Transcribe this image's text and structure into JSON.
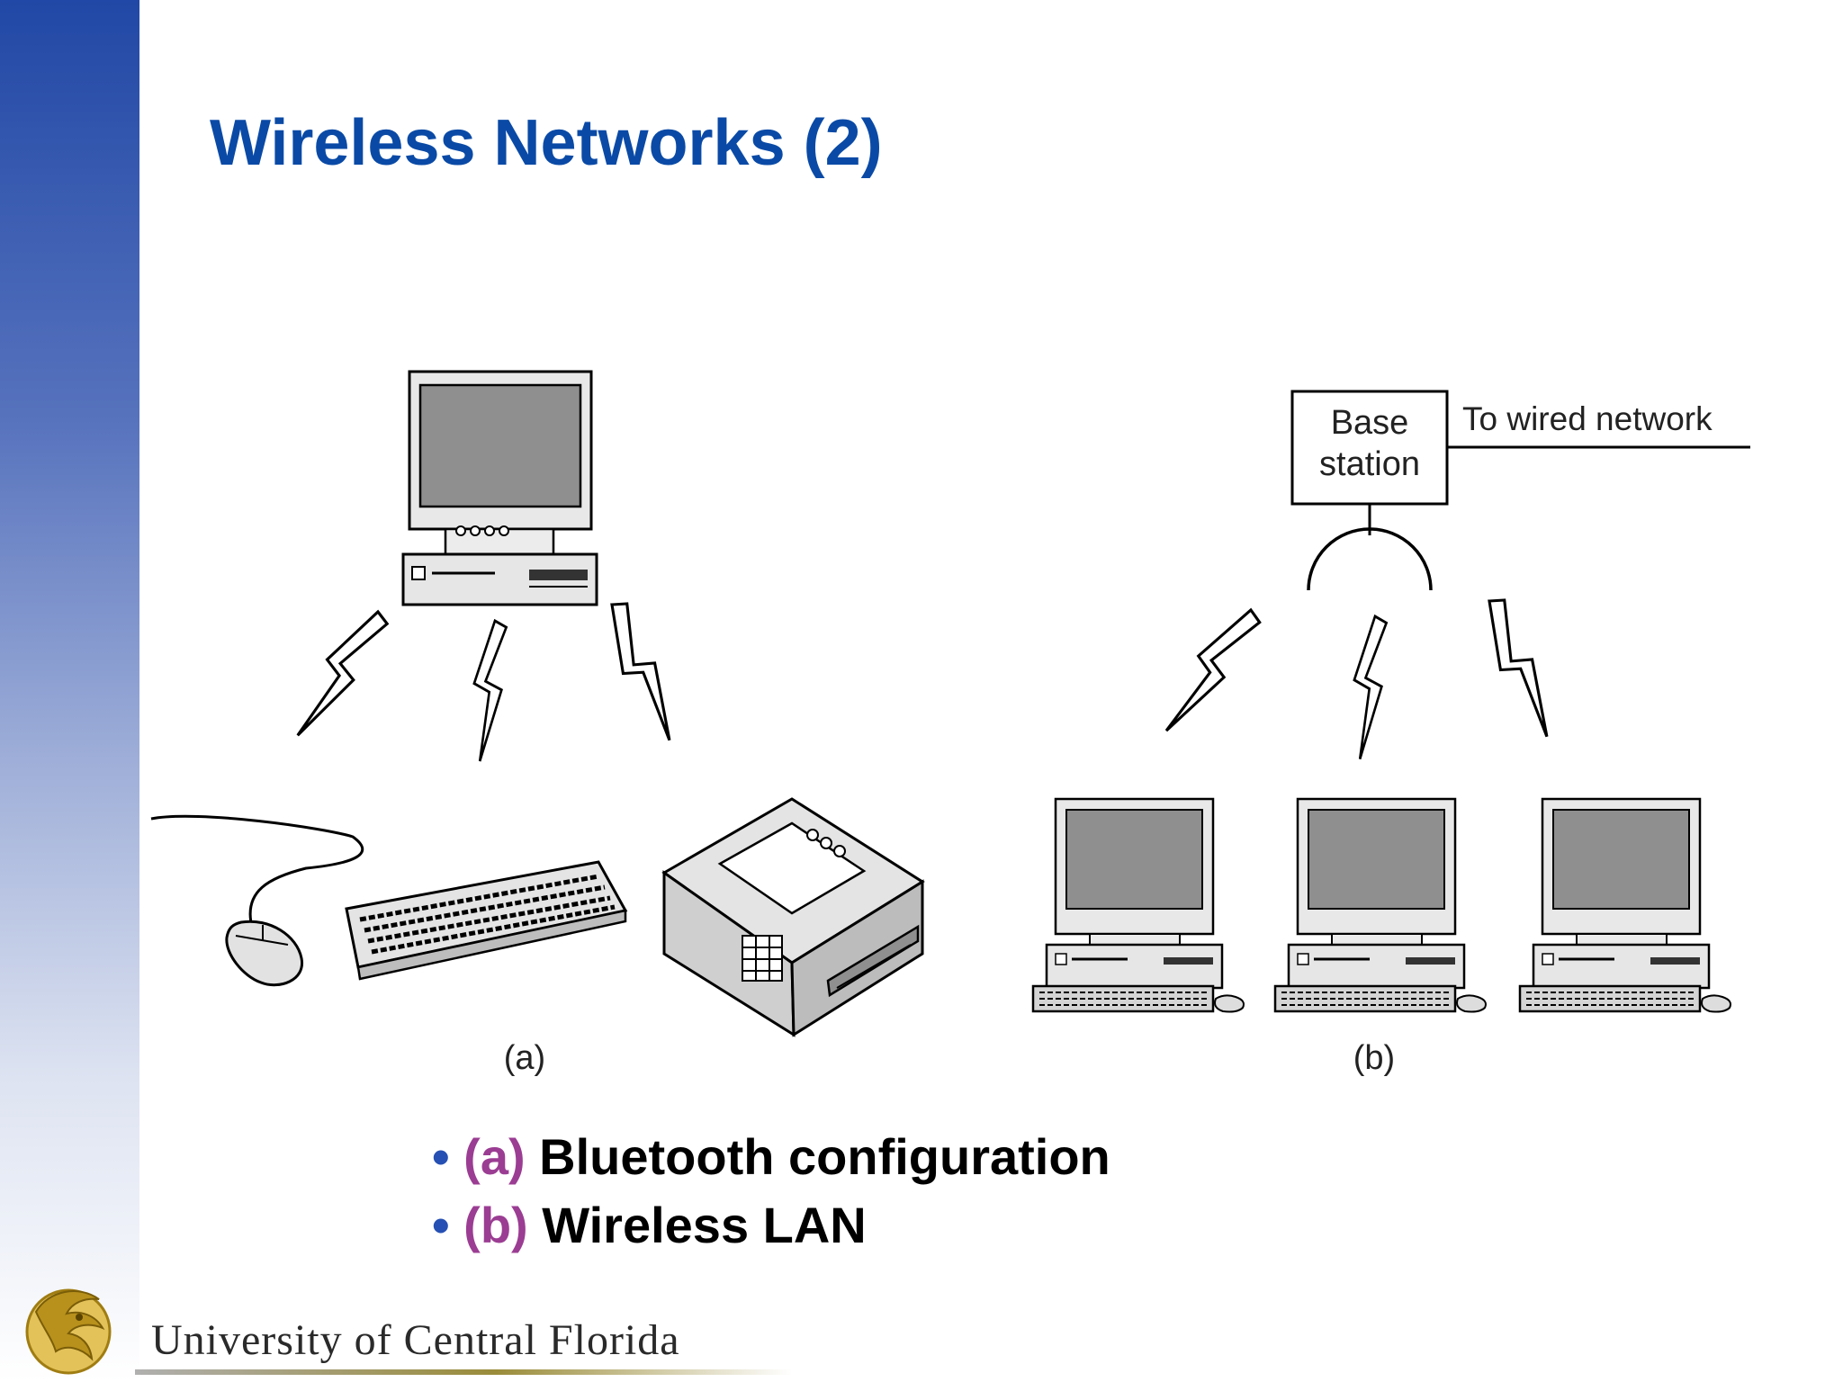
{
  "slide": {
    "title": "Wireless Networks (2)"
  },
  "diagram": {
    "label_a": "(a)",
    "label_b": "(b)",
    "base_station_line1": "Base",
    "base_station_line2": "station",
    "wired_label": "To wired network"
  },
  "bullets": [
    {
      "bullet": "•",
      "tag": "(a)",
      "text": " Bluetooth configuration"
    },
    {
      "bullet": "•",
      "tag": "(b)",
      "text": " Wireless LAN"
    }
  ],
  "footer": {
    "university": "University of Central Florida",
    "logo_icon": "pegasus-icon"
  },
  "colors": {
    "title": "#0a4aa6",
    "bullet_tag": "#9b3d93",
    "bullet_dot": "#2650b3",
    "logo_gold": "#c9a227"
  }
}
